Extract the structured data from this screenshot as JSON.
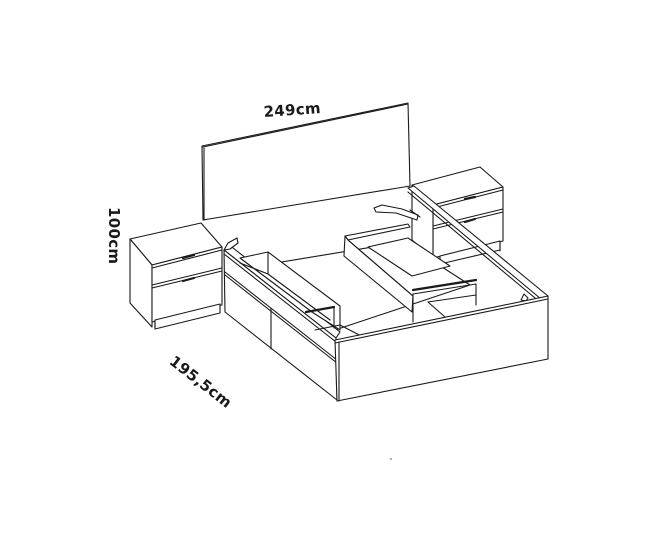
{
  "diagram": {
    "subject": "Bed with storage drawers and two nightstands",
    "dimensions": {
      "width": "249cm",
      "height": "100cm",
      "length": "195,5cm"
    },
    "colors": {
      "line": "#1a1a1a",
      "background": "#ffffff"
    },
    "components": [
      {
        "name": "headboard"
      },
      {
        "name": "left-nightstand",
        "drawers": 2
      },
      {
        "name": "right-nightstand",
        "drawers": 2
      },
      {
        "name": "bed-frame"
      },
      {
        "name": "left-side-drawers",
        "drawers": 2
      },
      {
        "name": "central-storage-compartment"
      },
      {
        "name": "right-storage-compartment"
      }
    ]
  }
}
